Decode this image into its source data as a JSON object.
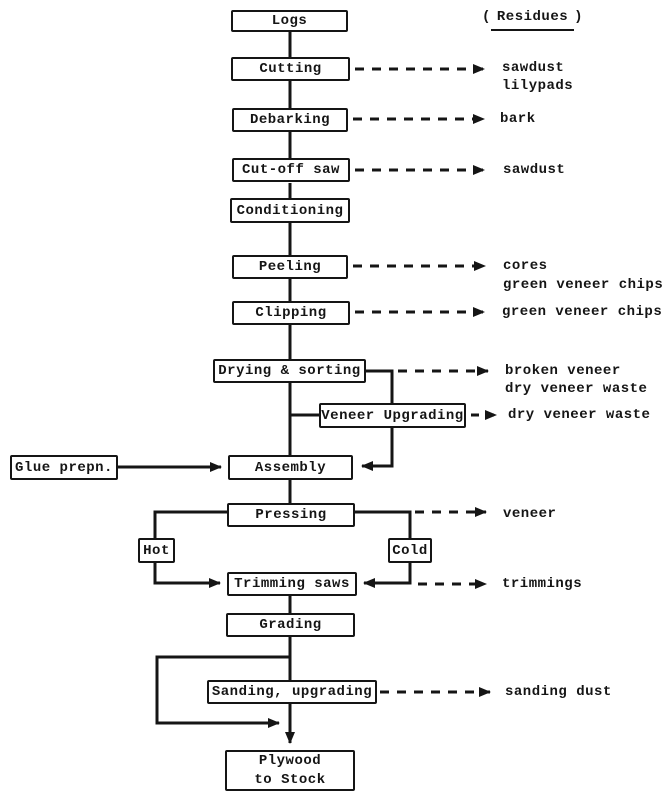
{
  "heading": {
    "open_paren": "(",
    "label": "Residues",
    "close_paren": ")"
  },
  "nodes": {
    "logs": "Logs",
    "cutting": "Cutting",
    "debarking": "Debarking",
    "cutoff_saw": "Cut-off saw",
    "conditioning": "Conditioning",
    "peeling": "Peeling",
    "clipping": "Clipping",
    "drying_sorting": "Drying & sorting",
    "veneer_upgrading": "Veneer Upgrading",
    "glue_prepn": "Glue prepn.",
    "assembly": "Assembly",
    "pressing": "Pressing",
    "hot": "Hot",
    "cold": "Cold",
    "trimming_saws": "Trimming saws",
    "grading": "Grading",
    "sanding_upgrading": "Sanding, upgrading",
    "plywood_to_stock": {
      "line1": "Plywood",
      "line2": "to Stock"
    }
  },
  "residues": {
    "cutting": [
      "sawdust",
      "lilypads"
    ],
    "debarking": [
      "bark"
    ],
    "cutoff_saw": [
      "sawdust"
    ],
    "peeling": [
      "cores",
      "green veneer chips"
    ],
    "clipping": [
      "green veneer chips"
    ],
    "drying_sorting": [
      "broken veneer",
      "dry veneer waste"
    ],
    "veneer_upgrading": [
      "dry veneer waste"
    ],
    "pressing": [
      "veneer"
    ],
    "trimming_saws": [
      "trimmings"
    ],
    "sanding_upgrading": [
      "sanding dust"
    ]
  },
  "colors": {
    "ink": "#151515",
    "paper": "#ffffff"
  }
}
